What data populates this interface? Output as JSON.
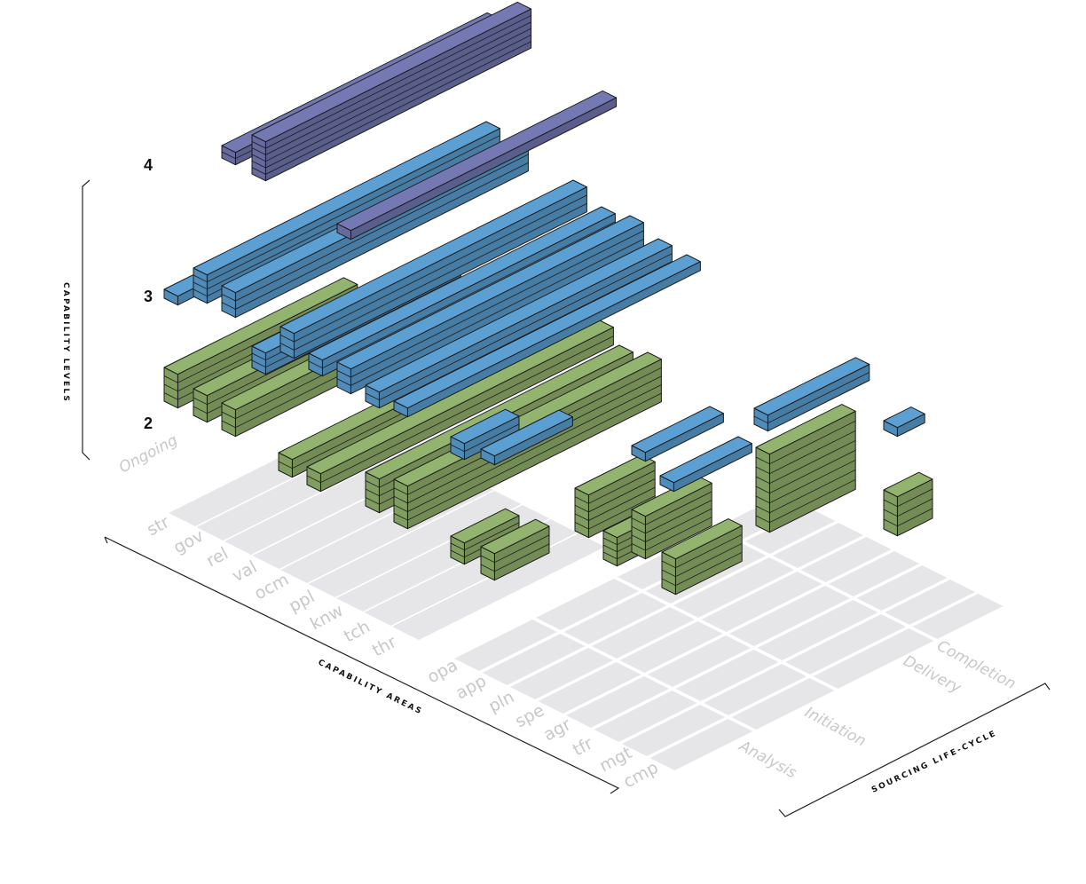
{
  "capability_levels": {
    "title": "CAPABILITY LEVELS",
    "levels": [
      "2",
      "3",
      "4"
    ]
  },
  "capability_areas": {
    "title": "CAPABILITY AREAS",
    "ongoing_label": "Ongoing",
    "ongoing": [
      "str",
      "gov",
      "rel",
      "val",
      "ocm",
      "ppl",
      "knw",
      "tch",
      "thr"
    ],
    "lifecycle": [
      "opa",
      "app",
      "pln",
      "spe",
      "agr",
      "tfr",
      "mgt",
      "cmp"
    ]
  },
  "sourcing_lifecycle": {
    "title": "SOURCING LIFE-CYCLE",
    "phases": [
      "Analysis",
      "Initiation",
      "Delivery",
      "Completion"
    ]
  },
  "colors": {
    "level_2": "#93b46e",
    "level_3": "#5b9fd3",
    "level_4": "#7478b3",
    "floor": "#e6e6e8",
    "label_gray": "#c8c8c8"
  }
}
